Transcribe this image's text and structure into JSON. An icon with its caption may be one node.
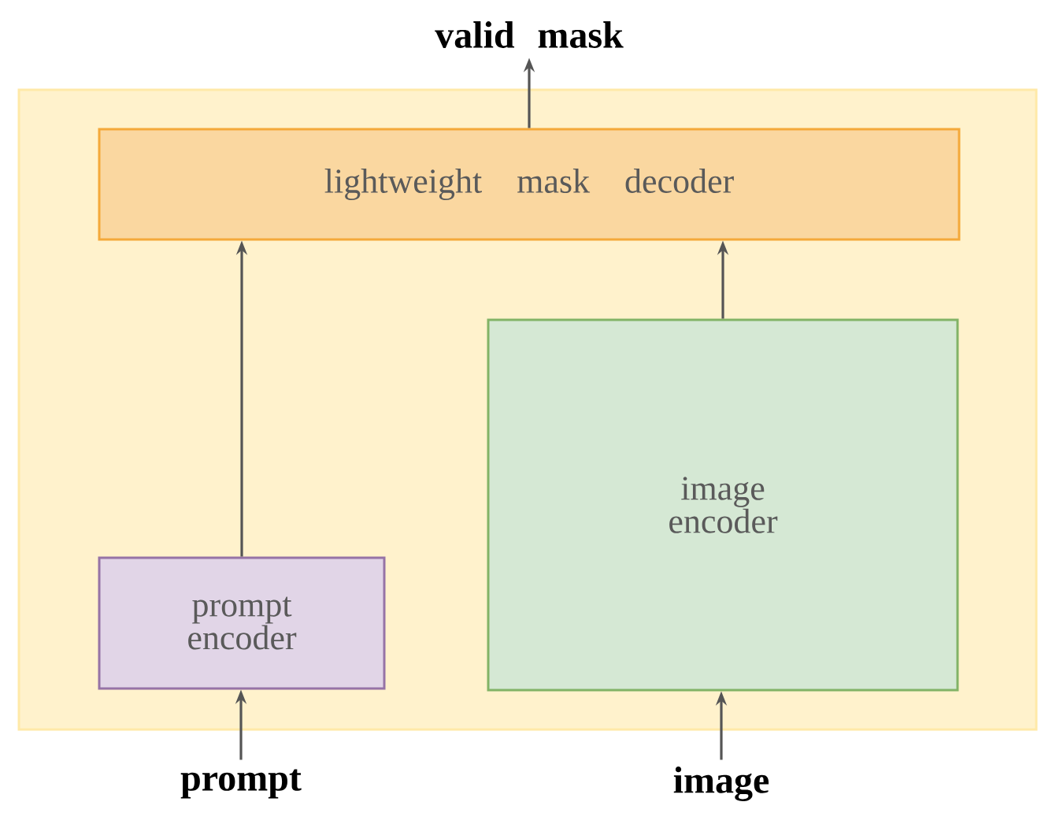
{
  "diagram": {
    "nodes": [
      {
        "text": [
          "valid mask"
        ]
      },
      {
        "text": [],
        "shape": "box"
      },
      {
        "text": [
          "lightweight mask decoder"
        ],
        "in": 1
      },
      {
        "text": [
          "image encoder"
        ],
        "in": 1
      },
      {
        "text": [
          "prompt encoder"
        ],
        "in": 1
      },
      {
        "text": [
          "prompt"
        ]
      },
      {
        "text": [
          "image"
        ]
      }
    ],
    "edges": [
      {
        "from": 2,
        "to": 0,
        "arrow": "to"
      },
      {
        "from": 4,
        "to": 2,
        "arrow": "to"
      },
      {
        "from": 3,
        "to": 2,
        "arrow": "to"
      },
      {
        "from": 5,
        "to": 4,
        "arrow": "to"
      },
      {
        "from": 6,
        "to": 3,
        "arrow": "to"
      }
    ]
  }
}
